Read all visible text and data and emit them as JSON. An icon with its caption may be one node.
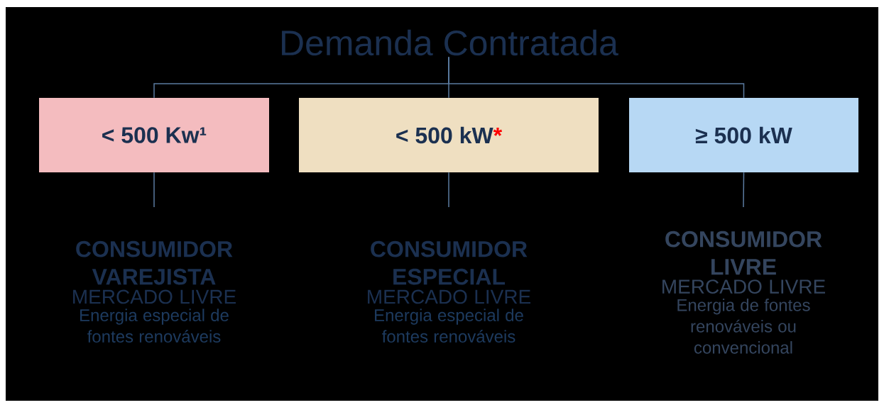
{
  "diagram": {
    "nodes": [
      {
        "text": [
          "Demanda Contratada"
        ]
      },
      {
        "text": [
          "< 500 Kw¹"
        ]
      },
      {
        "text": [
          "< 500 kW"
        ]
      },
      {
        "text": [
          "≥ 500 kW"
        ]
      },
      {
        "text": [
          "CONSUMIDOR VAREJISTA",
          "MERCADO LIVRE",
          "Energia especial de fontes renováveis"
        ]
      },
      {
        "text": [
          "CONSUMIDOR ESPECIAL",
          "MERCADO LIVRE",
          "Energia especial de fontes renováveis"
        ]
      },
      {
        "text": [
          "CONSUMIDOR LIVRE",
          "MERCADO LIVRE",
          "Energia de fontes renováveis ou convencional"
        ]
      }
    ],
    "edges": [
      {
        "from": 0,
        "to": 1,
        "arrow": "none"
      },
      {
        "from": 0,
        "to": 2,
        "arrow": "none"
      },
      {
        "from": 0,
        "to": 3,
        "arrow": "none"
      },
      {
        "from": 1,
        "to": 4,
        "arrow": "none"
      },
      {
        "from": 2,
        "to": 5,
        "arrow": "none"
      },
      {
        "from": 3,
        "to": 6,
        "arrow": "none"
      }
    ],
    "labels": [
      "*"
    ]
  }
}
